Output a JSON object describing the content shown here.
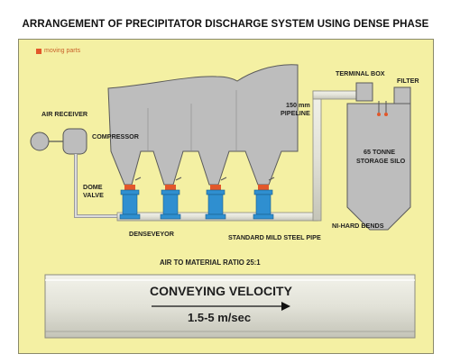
{
  "title": "ARRANGEMENT OF PRECIPITATOR DISCHARGE SYSTEM USING DENSE PHASE",
  "legend": {
    "text": "moving parts",
    "color": "#e2572a"
  },
  "labels": {
    "air_receiver": "AIR RECEIVER",
    "compressor": "COMPRESSOR",
    "dome_valve_1": "DOME",
    "dome_valve_2": "VALVE",
    "denseveyor": "DENSEVEYOR",
    "pipeline_1": "150 mm",
    "pipeline_2": "PIPELINE",
    "terminal_box": "TERMINAL BOX",
    "filter": "FILTER",
    "silo_1": "65 TONNE",
    "silo_2": "STORAGE SILO",
    "ni_hard_bends": "NI-HARD BENDS",
    "steel_pipe": "STANDARD MILD STEEL PIPE",
    "air_ratio": "AIR TO MATERIAL RATIO 25:1",
    "velocity_title": "CONVEYING VELOCITY",
    "velocity_value": "1.5-5 m/sec"
  },
  "colors": {
    "background": "#f4f0a3",
    "equipment": "#bdbdbd",
    "denseveyor": "#2f8fd0",
    "moving_parts": "#e2572a"
  }
}
